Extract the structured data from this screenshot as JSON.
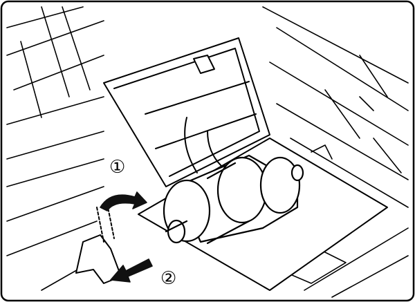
{
  "figure": {
    "steps": [
      {
        "label": "①",
        "action": "rotate-lever"
      },
      {
        "label": "②",
        "action": "slide-out"
      }
    ],
    "colors": {
      "line": "#000000",
      "fill": "#ffffff",
      "arrow": "#111111"
    }
  }
}
